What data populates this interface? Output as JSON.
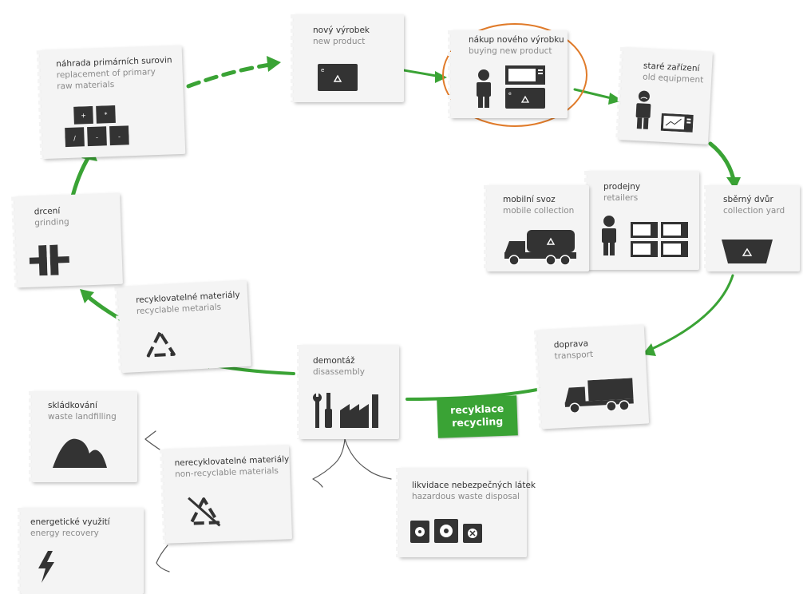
{
  "steps": {
    "new_product": {
      "cz": "nový výrobek",
      "en": "new product"
    },
    "buying": {
      "cz": "nákup nového výrobku",
      "en": "buying new product"
    },
    "old_equipment": {
      "cz": "staré zařízení",
      "en": "old equipment"
    },
    "collection_yard": {
      "cz": "sběrný dvůr",
      "en": "collection yard"
    },
    "retailers": {
      "cz": "prodejny",
      "en": "retailers"
    },
    "mobile_collection": {
      "cz": "mobilní svoz",
      "en": "mobile collection"
    },
    "transport": {
      "cz": "doprava",
      "en": "transport"
    },
    "disassembly": {
      "cz": "demontáž",
      "en": "disassembly"
    },
    "recyclable": {
      "cz": "recyklovatelné materiály",
      "en": "recyclable metarials"
    },
    "grinding": {
      "cz": "drcení",
      "en": "grinding"
    },
    "replacement": {
      "cz": "náhrada primárních surovin",
      "en1": "replacement of primary",
      "en2": "raw materials"
    },
    "landfilling": {
      "cz": "skládkování",
      "en": "waste landfilling"
    },
    "non_recyclable": {
      "cz": "nerecyklovatelné materiály",
      "en": "non-recyclable materials"
    },
    "energy": {
      "cz": "energetické využití",
      "en": "energy recovery"
    },
    "hazardous": {
      "cz": "likvidace nebezpečných látek",
      "en": "hazardous waste disposal"
    }
  },
  "center_label": {
    "cz": "recyklace",
    "en": "recycling"
  },
  "keyboard_keys": [
    "+",
    "*",
    "/",
    "-",
    "-"
  ],
  "colors": {
    "cycle": "#3aa335",
    "highlight": "#e07b2a",
    "icon": "#333333",
    "english_text": "#8a8a8a"
  },
  "icons": [
    "product-box-icon",
    "person-icon",
    "monitor-icon",
    "sad-person-icon",
    "old-monitor-icon",
    "dumpster-icon",
    "retail-monitors-icon",
    "garbage-truck-icon",
    "truck-icon",
    "tools-icon",
    "factory-icon",
    "recycle-icon",
    "grinder-icon",
    "keyboard-keys-icon",
    "mountain-icon",
    "crossed-recycle-icon",
    "lightning-icon",
    "radiation-icon",
    "biohazard-icon",
    "toxic-icon"
  ]
}
